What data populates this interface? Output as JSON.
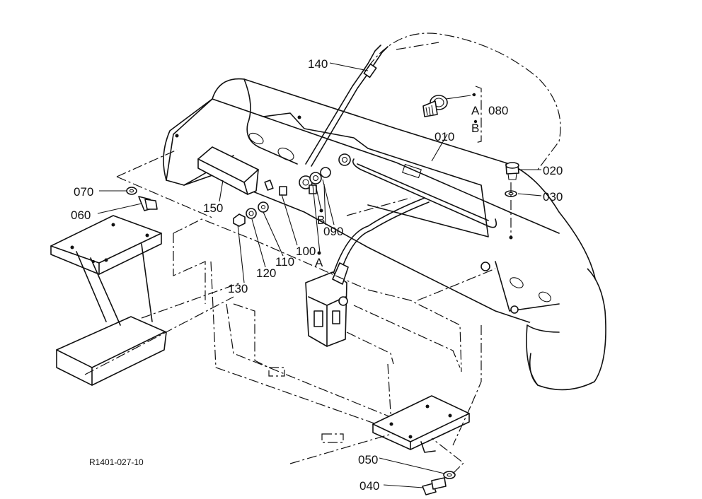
{
  "drawing_code": "R1401-027-10",
  "callouts": {
    "c010": "010",
    "c020": "020",
    "c030": "030",
    "c040": "040",
    "c050": "050",
    "c060": "060",
    "c070": "070",
    "c080": "080",
    "c090": "090",
    "c100": "100",
    "c110": "110",
    "c120": "120",
    "c130": "130",
    "c140": "140",
    "c150": "150"
  },
  "markers": {
    "a": "A",
    "b": "B",
    "a2": "A",
    "b2": "B"
  }
}
